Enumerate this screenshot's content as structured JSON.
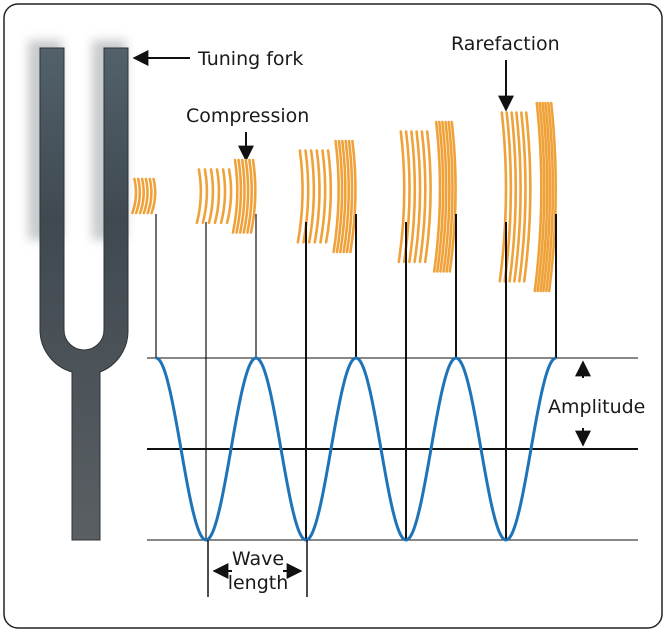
{
  "labels": {
    "tuning_fork": "Tuning fork",
    "rarefaction": "Rarefaction",
    "compression": "Compression",
    "amplitude": "Amplitude",
    "wavelength_line1": "Wave",
    "wavelength_line2": "length"
  },
  "colors": {
    "wave": "#1f74b8",
    "sound_arcs": "#f0a23a",
    "fork_dark": "#3d4247",
    "fork_light": "#5b6770",
    "lines": "#111111"
  },
  "wave": {
    "cycles": 4,
    "type": "cosine, starting at a peak"
  },
  "icons": [
    "tuning-fork-icon",
    "arrow-icon"
  ]
}
